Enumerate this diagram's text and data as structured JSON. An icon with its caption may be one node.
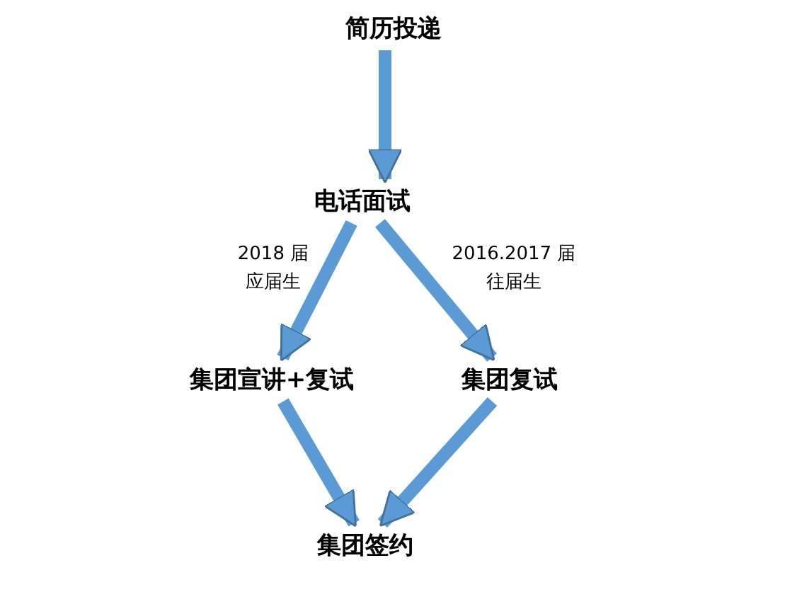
{
  "diagram": {
    "nodes": [
      {
        "text": [
          "简历投递"
        ]
      },
      {
        "text": [
          "电话面试"
        ]
      },
      {
        "text": [
          "集团宣讲+复试"
        ]
      },
      {
        "text": [
          "集团复试"
        ]
      },
      {
        "text": [
          "集团签约"
        ]
      }
    ],
    "edges": [
      {
        "from": 0,
        "to": 1,
        "arrow": "to"
      },
      {
        "from": 1,
        "to": 2,
        "arrow": "to",
        "label": "2018 届应届生"
      },
      {
        "from": 1,
        "to": 3,
        "arrow": "to",
        "label": "2016.2017 届往届生"
      },
      {
        "from": 2,
        "to": 4,
        "arrow": "to"
      },
      {
        "from": 3,
        "to": 4,
        "arrow": "to"
      }
    ]
  }
}
